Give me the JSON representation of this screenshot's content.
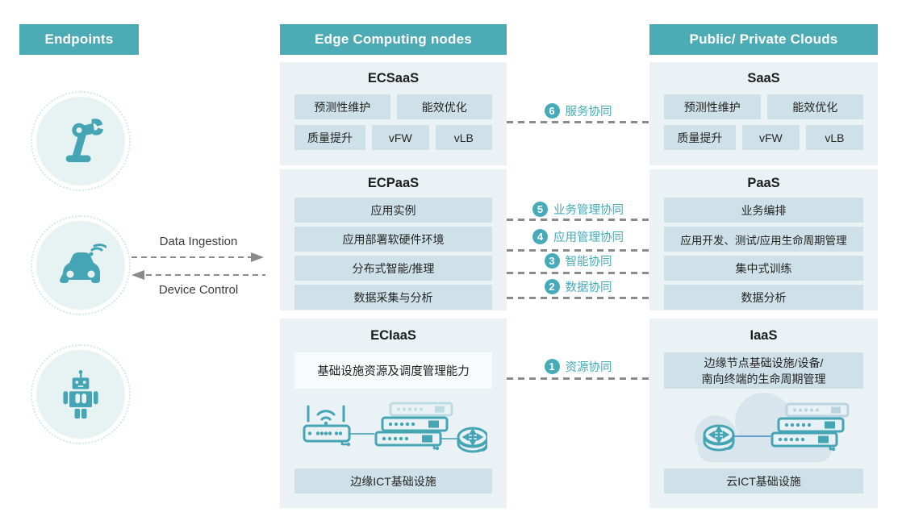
{
  "headers": {
    "endpoints": "Endpoints",
    "edge": "Edge Computing nodes",
    "clouds": "Public/ Private Clouds"
  },
  "flows": {
    "ingestion": "Data Ingestion",
    "control": "Device Control"
  },
  "endpoints": {
    "icons": [
      "robot-arm",
      "connected-car",
      "robot"
    ]
  },
  "edge_column": {
    "ecsaas": {
      "title": "ECSaaS",
      "cells_row1": [
        "预测性维护",
        "能效优化"
      ],
      "cells_row2": [
        "质量提升",
        "vFW",
        "vLB"
      ]
    },
    "ecpaas": {
      "title": "ECPaaS",
      "rows": [
        "应用实例",
        "应用部署软硬件环境",
        "分布式智能/推理",
        "数据采集与分析"
      ]
    },
    "eciaas": {
      "title": "ECIaaS",
      "capability": "基础设施资源及调度管理能力",
      "infra_label": "边缘ICT基础设施",
      "icons": [
        "wifi-access-point",
        "switch-stack",
        "router"
      ]
    }
  },
  "cloud_column": {
    "saas": {
      "title": "SaaS",
      "cells_row1": [
        "预测性维护",
        "能效优化"
      ],
      "cells_row2": [
        "质量提升",
        "vFW",
        "vLB"
      ]
    },
    "paas": {
      "title": "PaaS",
      "rows": [
        "业务编排",
        "应用开发、测试/应用生命周期管理",
        "集中式训练",
        "数据分析"
      ]
    },
    "iaas": {
      "title": "IaaS",
      "capability_line1": "边缘节点基础设施/设备/",
      "capability_line2": "南向终端的生命周期管理",
      "infra_label": "云ICT基础设施",
      "icons": [
        "router",
        "switch-stack",
        "cloud"
      ]
    }
  },
  "collaborations": [
    {
      "num": "6",
      "label": "服务协同"
    },
    {
      "num": "5",
      "label": "业务管理协同"
    },
    {
      "num": "4",
      "label": "应用管理协同"
    },
    {
      "num": "3",
      "label": "智能协同"
    },
    {
      "num": "2",
      "label": "数据协同"
    },
    {
      "num": "1",
      "label": "资源协同"
    }
  ],
  "colors": {
    "header_teal": "#4dabb6",
    "panel_bg": "#eaf2f5",
    "cell_bg": "#cfe1e8",
    "strip_bg": "#f7fbfc",
    "accent_teal": "#46abb9",
    "icon_teal": "#46a5b5",
    "dash_gray": "#8b8b8b",
    "cloud_fill": "#d8e5ec"
  }
}
